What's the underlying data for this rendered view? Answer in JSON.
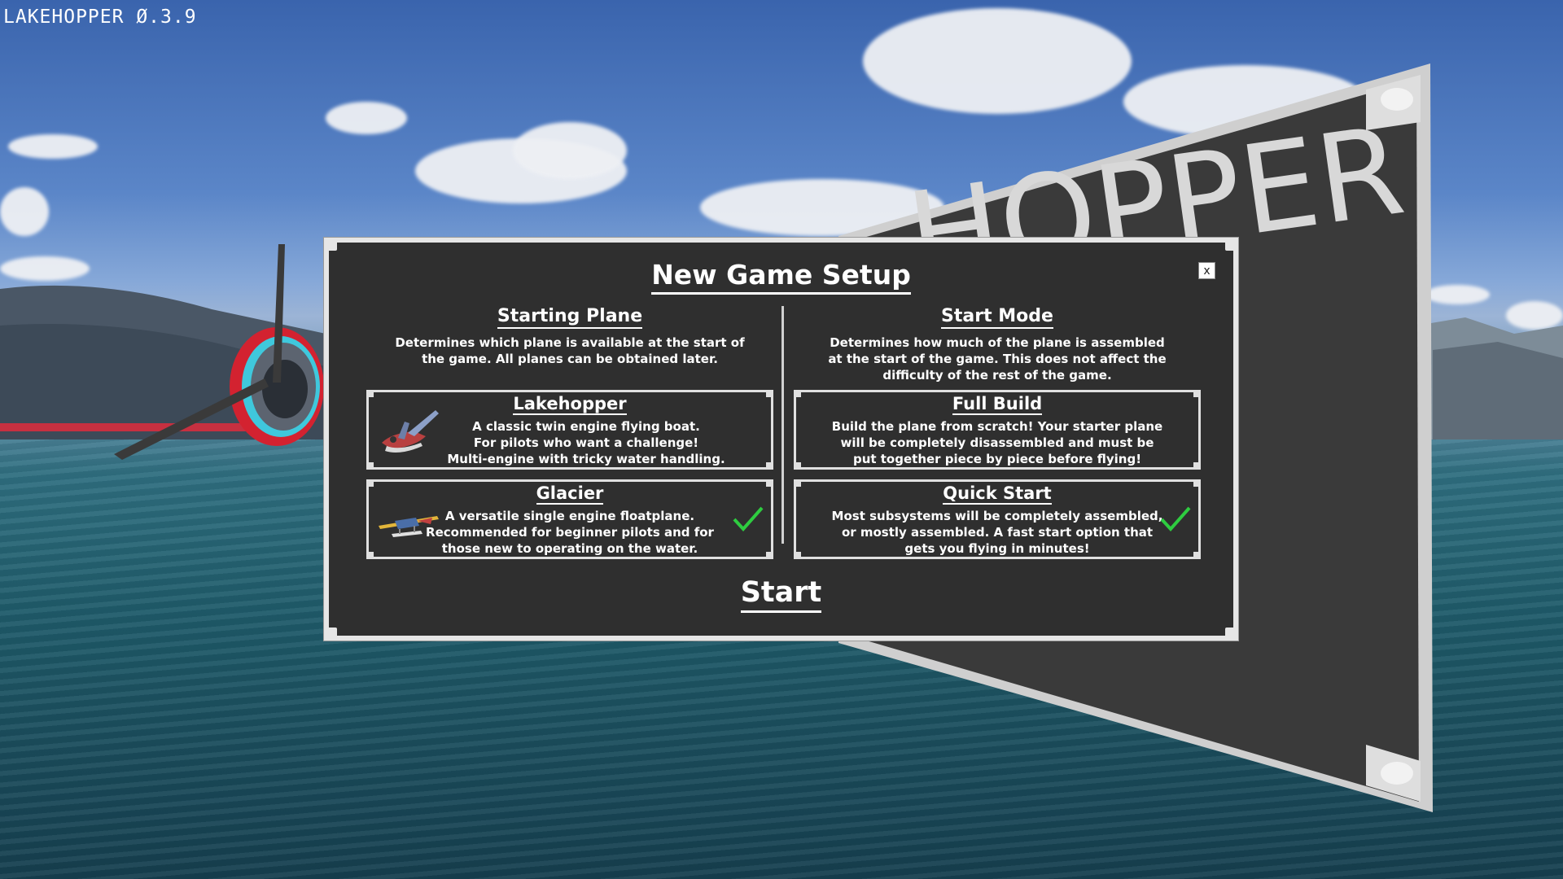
{
  "hud": {
    "version": "LAKEHOPPER Ø.3.9"
  },
  "sign": {
    "text": "HOPPER"
  },
  "dialog": {
    "title": "New Game Setup",
    "close_label": "x",
    "starting_plane": {
      "title": "Starting Plane",
      "description": "Determines which plane is available at the start of\nthe game. All planes can be obtained later.",
      "options": [
        {
          "name": "Lakehopper",
          "description": "A classic twin engine flying boat.\nFor pilots who want a challenge!\nMulti-engine with tricky water handling.",
          "selected": false
        },
        {
          "name": "Glacier",
          "description": "A versatile single engine floatplane.\nRecommended for beginner pilots and for\nthose new to operating on the water.",
          "selected": true
        }
      ]
    },
    "start_mode": {
      "title": "Start Mode",
      "description": "Determines how much of the plane is assembled\nat the start of the game. This does not affect the\ndifficulty of the rest of the game.",
      "options": [
        {
          "name": "Full Build",
          "description": "Build the plane from scratch! Your starter plane\nwill be completely disassembled and must be\nput together piece by piece before flying!",
          "selected": false
        },
        {
          "name": "Quick Start",
          "description": "Most subsystems will be completely assembled,\nor mostly assembled. A fast start option that\ngets you flying in minutes!",
          "selected": true
        }
      ]
    },
    "start_label": "Start"
  },
  "colors": {
    "panel": "#2f2f2f",
    "border": "#e6e6e6",
    "check": "#2ecc40",
    "accent_red": "#e02030",
    "accent_cyan": "#3fd0e0"
  },
  "icons": [
    "check-icon",
    "lakehopper-plane-icon",
    "glacier-plane-icon",
    "close-icon",
    "propeller"
  ]
}
